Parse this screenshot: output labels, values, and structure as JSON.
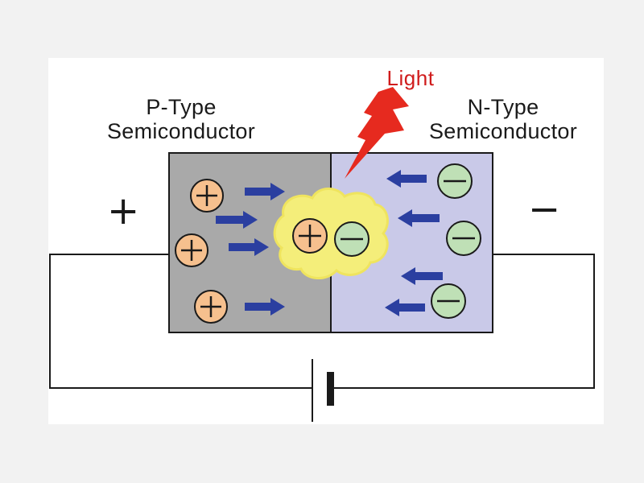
{
  "labels": {
    "p_type_line1": "P-Type",
    "p_type_line2": "Semiconductor",
    "n_type_line1": "N-Type",
    "n_type_line2": "Semiconductor",
    "light": "Light",
    "positive_terminal": "+",
    "negative_terminal": "−"
  },
  "carriers": {
    "hole_symbol": "+",
    "electron_symbol": "−"
  },
  "icons": {
    "light": "lightning-bolt-icon",
    "hole": "hole-carrier-icon",
    "electron": "electron-carrier-icon",
    "battery": "battery-icon",
    "arrow": "drift-arrow-icon"
  },
  "colors": {
    "background": "#f2f2f2",
    "panel": "#ffffff",
    "p_region": "#a9a9a9",
    "n_region": "#c9c9e8",
    "hole_fill": "#f6c08e",
    "electron_fill": "#bfe0b6",
    "arrow": "#2b3fa0",
    "light_bolt": "#e62a1f",
    "light_text": "#d01c1c",
    "recombination_glow": "#f4ee7a",
    "wire": "#1a1a1a"
  }
}
